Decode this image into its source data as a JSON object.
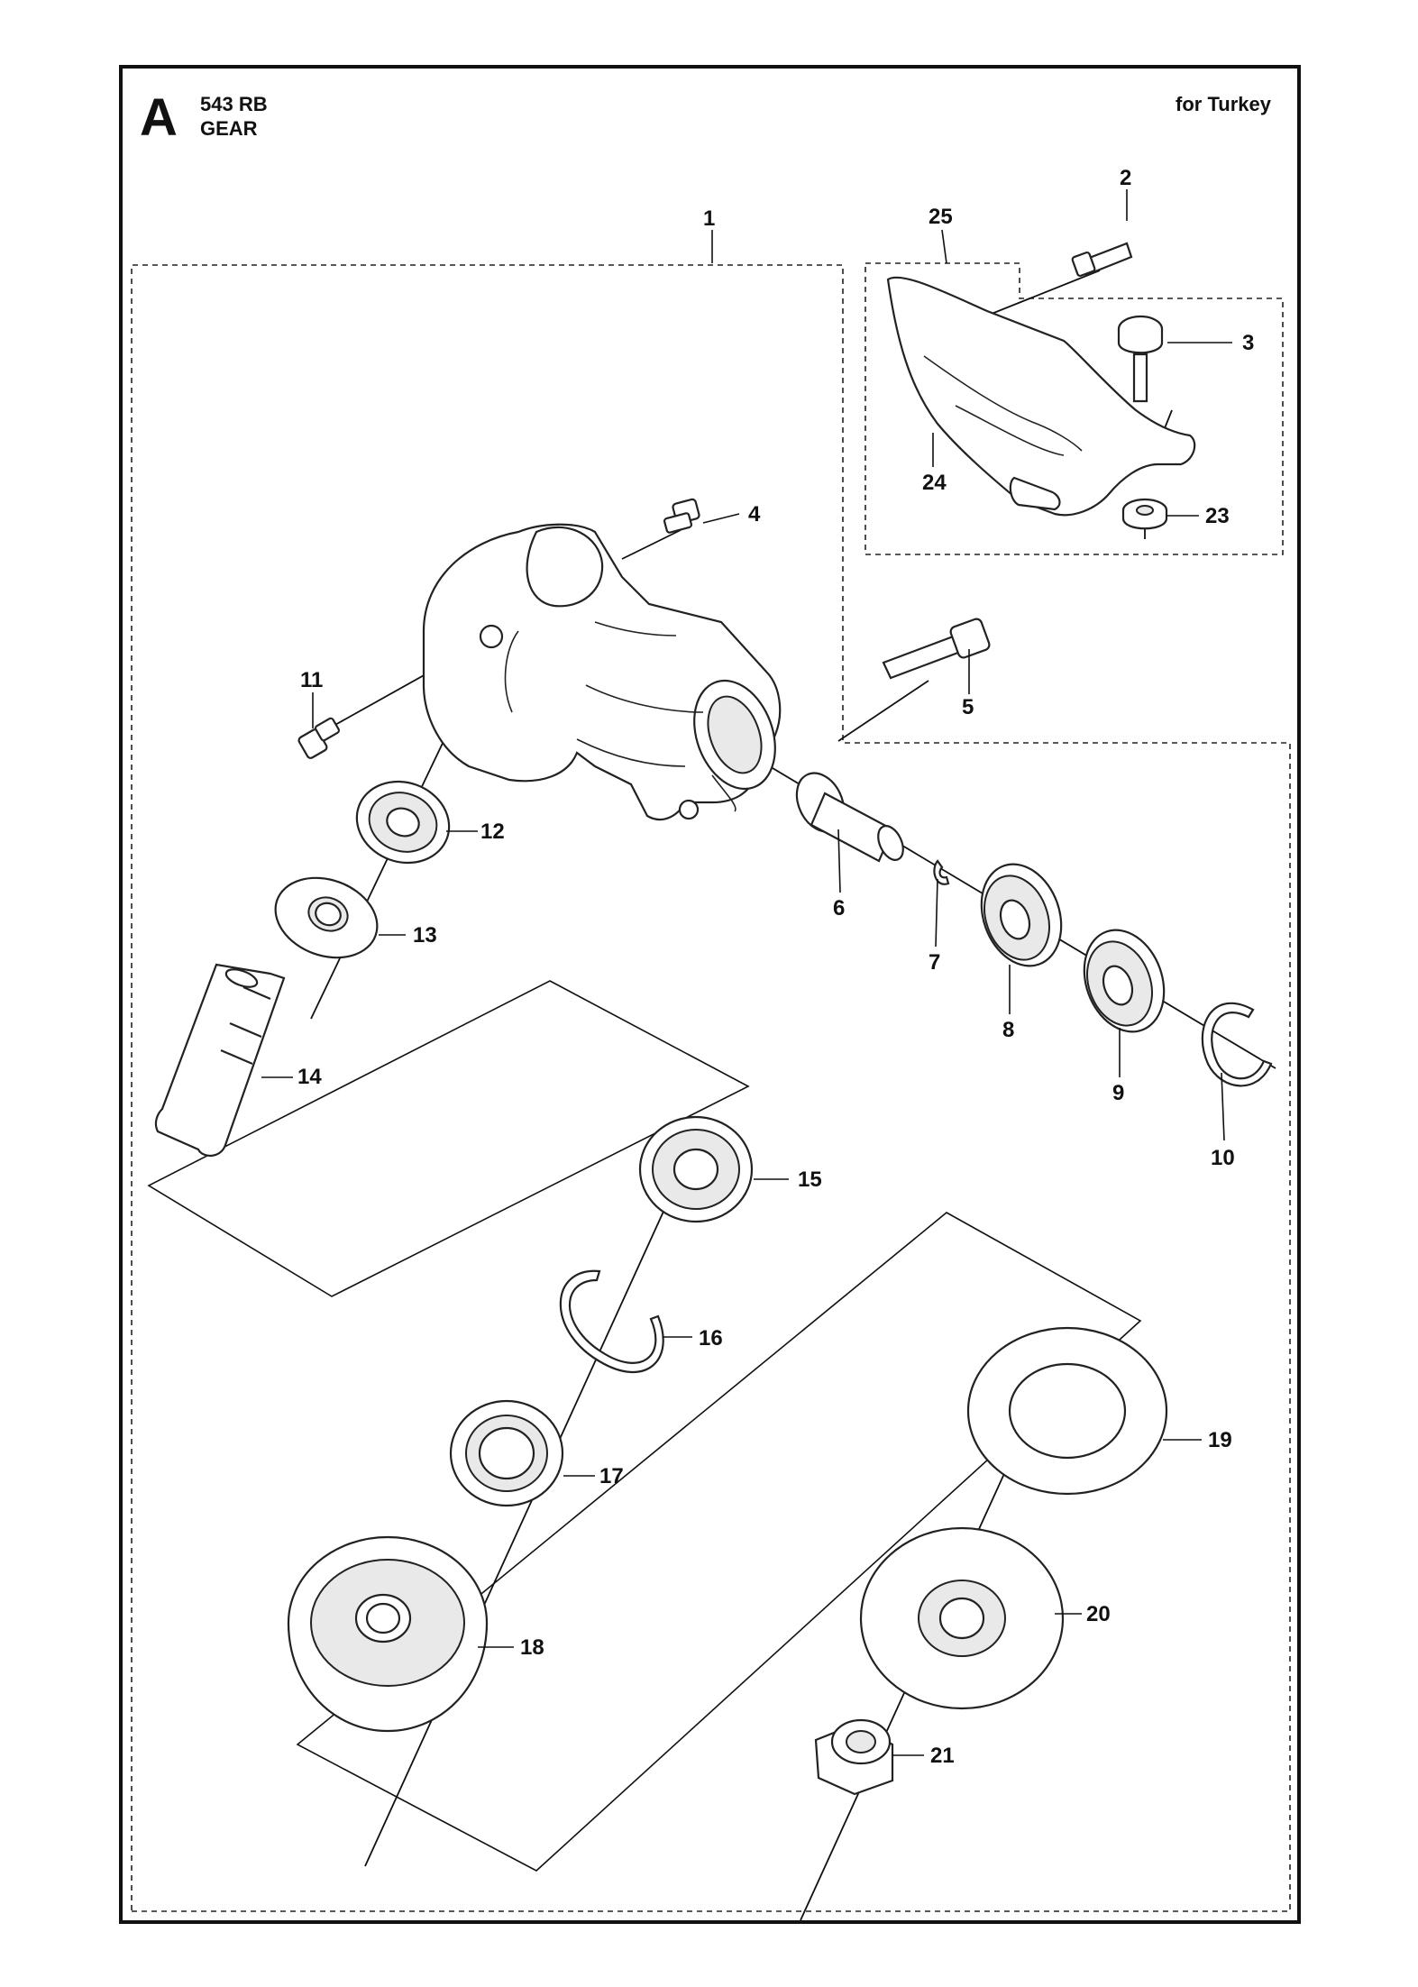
{
  "header": {
    "section_letter": "A",
    "model": "543 RB",
    "group_title": "GEAR",
    "market_note": "for Turkey"
  },
  "parts": [
    {
      "id": "p1",
      "label": "1"
    },
    {
      "id": "p2",
      "label": "2"
    },
    {
      "id": "p3",
      "label": "3"
    },
    {
      "id": "p4",
      "label": "4"
    },
    {
      "id": "p5",
      "label": "5"
    },
    {
      "id": "p6",
      "label": "6"
    },
    {
      "id": "p7",
      "label": "7"
    },
    {
      "id": "p8",
      "label": "8"
    },
    {
      "id": "p9",
      "label": "9"
    },
    {
      "id": "p10",
      "label": "10"
    },
    {
      "id": "p11",
      "label": "11"
    },
    {
      "id": "p12",
      "label": "12"
    },
    {
      "id": "p13",
      "label": "13"
    },
    {
      "id": "p14",
      "label": "14"
    },
    {
      "id": "p15",
      "label": "15"
    },
    {
      "id": "p16",
      "label": "16"
    },
    {
      "id": "p17",
      "label": "17"
    },
    {
      "id": "p18",
      "label": "18"
    },
    {
      "id": "p19",
      "label": "19"
    },
    {
      "id": "p20",
      "label": "20"
    },
    {
      "id": "p21",
      "label": "21"
    },
    {
      "id": "p23",
      "label": "23"
    },
    {
      "id": "p24",
      "label": "24"
    },
    {
      "id": "p25",
      "label": "25"
    }
  ]
}
